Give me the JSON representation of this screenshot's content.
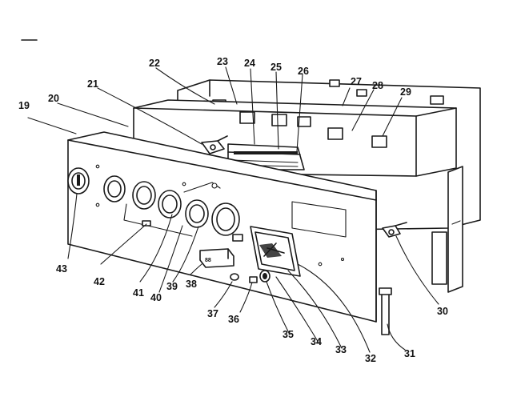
{
  "diagram": {
    "callouts": [
      {
        "id": "c19",
        "label": "19"
      },
      {
        "id": "c20",
        "label": "20"
      },
      {
        "id": "c21",
        "label": "21"
      },
      {
        "id": "c22",
        "label": "22"
      },
      {
        "id": "c23",
        "label": "23"
      },
      {
        "id": "c24",
        "label": "24"
      },
      {
        "id": "c25",
        "label": "25"
      },
      {
        "id": "c26",
        "label": "26"
      },
      {
        "id": "c27",
        "label": "27"
      },
      {
        "id": "c28",
        "label": "28"
      },
      {
        "id": "c29",
        "label": "29"
      },
      {
        "id": "c30",
        "label": "30"
      },
      {
        "id": "c31",
        "label": "31"
      },
      {
        "id": "c32",
        "label": "32"
      },
      {
        "id": "c33",
        "label": "33"
      },
      {
        "id": "c34",
        "label": "34"
      },
      {
        "id": "c35",
        "label": "35"
      },
      {
        "id": "c36",
        "label": "36"
      },
      {
        "id": "c37",
        "label": "37"
      },
      {
        "id": "c38",
        "label": "38"
      },
      {
        "id": "c39",
        "label": "39"
      },
      {
        "id": "c40",
        "label": "40"
      },
      {
        "id": "c41",
        "label": "41"
      },
      {
        "id": "c42",
        "label": "42"
      },
      {
        "id": "c43",
        "label": "43"
      }
    ],
    "switch_marking": "88"
  }
}
